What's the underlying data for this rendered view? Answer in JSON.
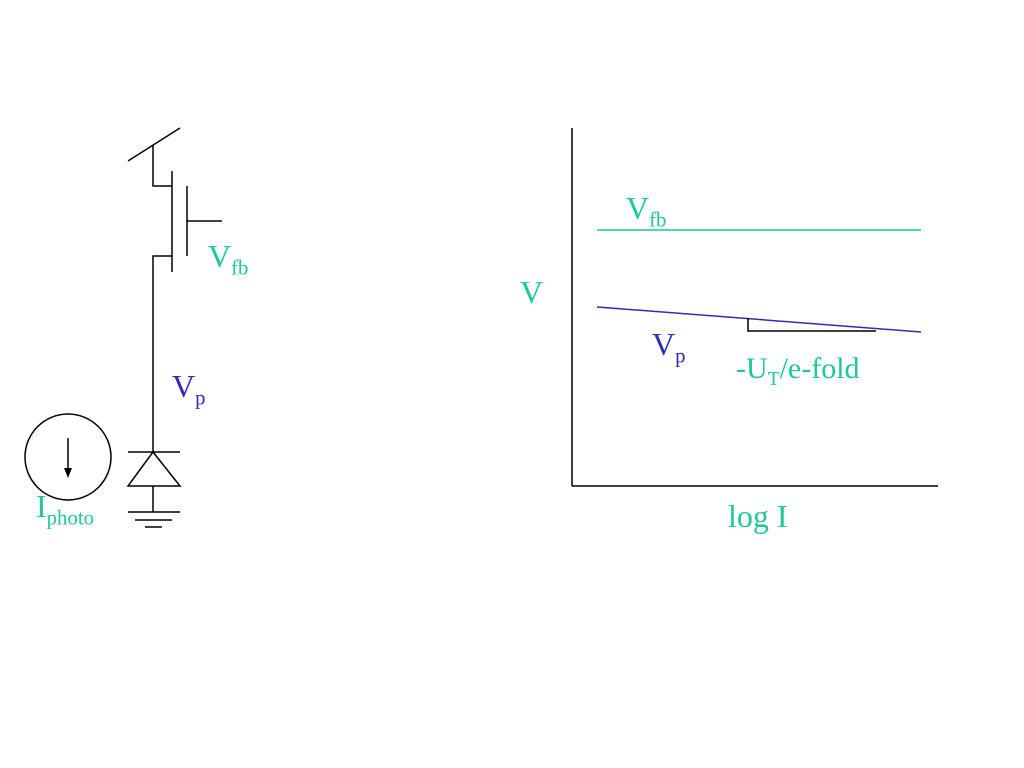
{
  "colors": {
    "teal": "#1fc79a",
    "blue": "#2e2eb3",
    "line": "#000000"
  },
  "circuit": {
    "vfb_label": {
      "main": "V",
      "sub": "fb"
    },
    "vp_label": {
      "main": "V",
      "sub": "p"
    },
    "iphoto_label": {
      "main": "I",
      "sub": "photo"
    },
    "components": [
      "transistor",
      "photodiode",
      "current-source",
      "ground"
    ]
  },
  "graph": {
    "y_axis_label": "V",
    "x_axis_label": "log I",
    "vfb_curve_label": {
      "main": "V",
      "sub": "fb"
    },
    "vp_curve_label": {
      "main": "V",
      "sub": "p"
    },
    "slope_label": {
      "pre": "-U",
      "sub": "T",
      "post": "/e-fold"
    }
  }
}
